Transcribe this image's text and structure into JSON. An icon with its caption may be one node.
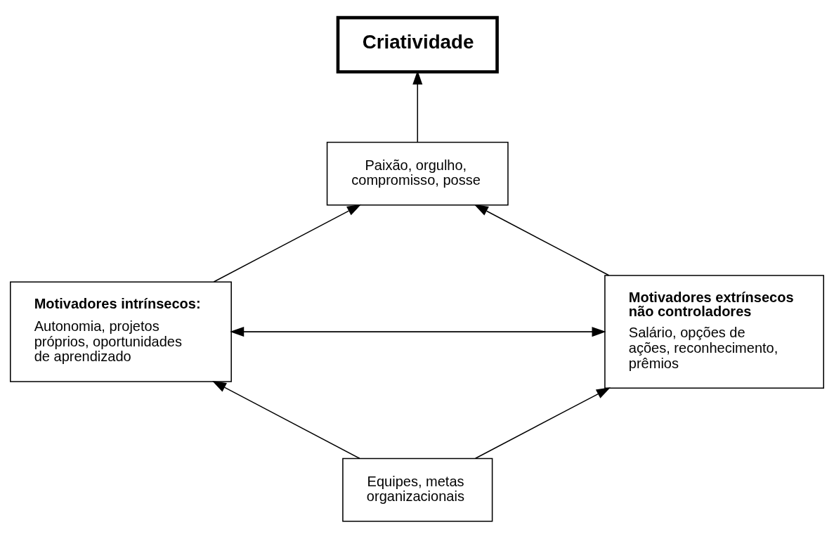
{
  "diagram": {
    "nodes": [
      {
        "text": [
          "Criatividade"
        ]
      },
      {
        "text": [
          "Paixão, orgulho, compromisso, posse"
        ]
      },
      {
        "text": [
          "Motivadores intrínsecos:",
          "Autonomia, projetos próprios, oportunidades de aprendizado"
        ]
      },
      {
        "text": [
          "Motivadores extrínsecos não controladores",
          "Salário, opções de ações, reconhecimento, prêmios"
        ]
      },
      {
        "text": [
          "Equipes, metas organizacionais"
        ]
      }
    ],
    "edges": [
      {
        "from": 1,
        "to": 0,
        "arrow": "to"
      },
      {
        "from": 2,
        "to": 1,
        "arrow": "to"
      },
      {
        "from": 3,
        "to": 1,
        "arrow": "to"
      },
      {
        "from": 2,
        "to": 3,
        "arrow": "both"
      },
      {
        "from": 4,
        "to": 2,
        "arrow": "to"
      },
      {
        "from": 4,
        "to": 3,
        "arrow": "to"
      }
    ]
  }
}
